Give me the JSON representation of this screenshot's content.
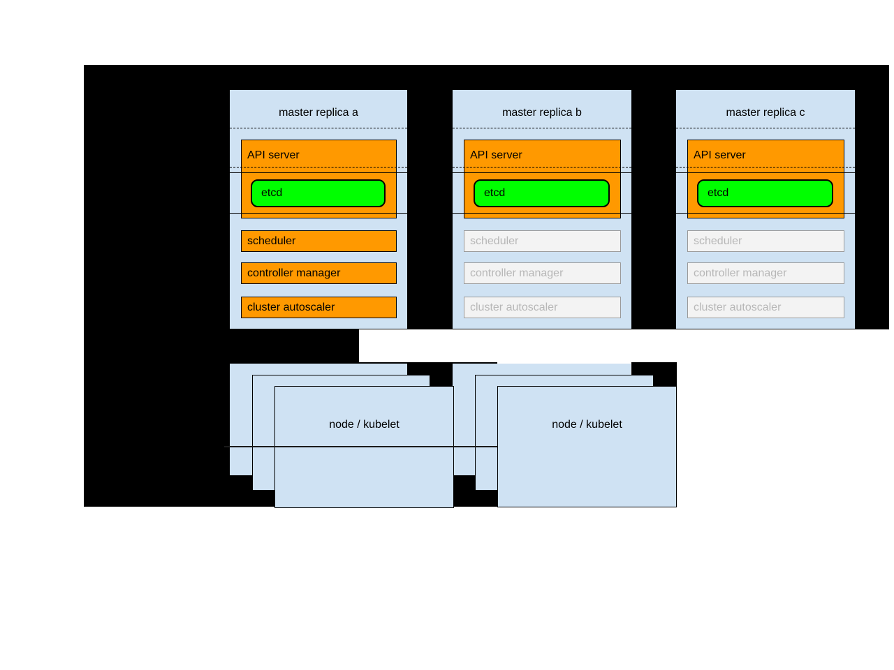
{
  "diagram": {
    "masters": [
      {
        "title": "master replica a",
        "state": "active",
        "components": {
          "api_server": "API server",
          "etcd": "etcd",
          "scheduler": "scheduler",
          "controller_manager": "controller manager",
          "cluster_autoscaler": "cluster autoscaler"
        }
      },
      {
        "title": "master replica b",
        "state": "inactive",
        "components": {
          "api_server": "API server",
          "etcd": "etcd",
          "scheduler": "scheduler",
          "controller_manager": "controller manager",
          "cluster_autoscaler": "cluster autoscaler"
        }
      },
      {
        "title": "master replica c",
        "state": "inactive",
        "components": {
          "api_server": "API server",
          "etcd": "etcd",
          "scheduler": "scheduler",
          "controller_manager": "controller manager",
          "cluster_autoscaler": "cluster autoscaler"
        }
      }
    ],
    "node_stacks": [
      {
        "label": "node / kubelet"
      },
      {
        "label": "node / kubelet"
      }
    ],
    "colors": {
      "background_black": "#000000",
      "page_white": "#ffffff",
      "box_blue": "#cfe2f3",
      "active_orange": "#ff9900",
      "etcd_green": "#00ff00",
      "inactive_fill": "#f3f3f3",
      "inactive_border": "#999999",
      "inactive_text": "#b7b7b7"
    }
  }
}
